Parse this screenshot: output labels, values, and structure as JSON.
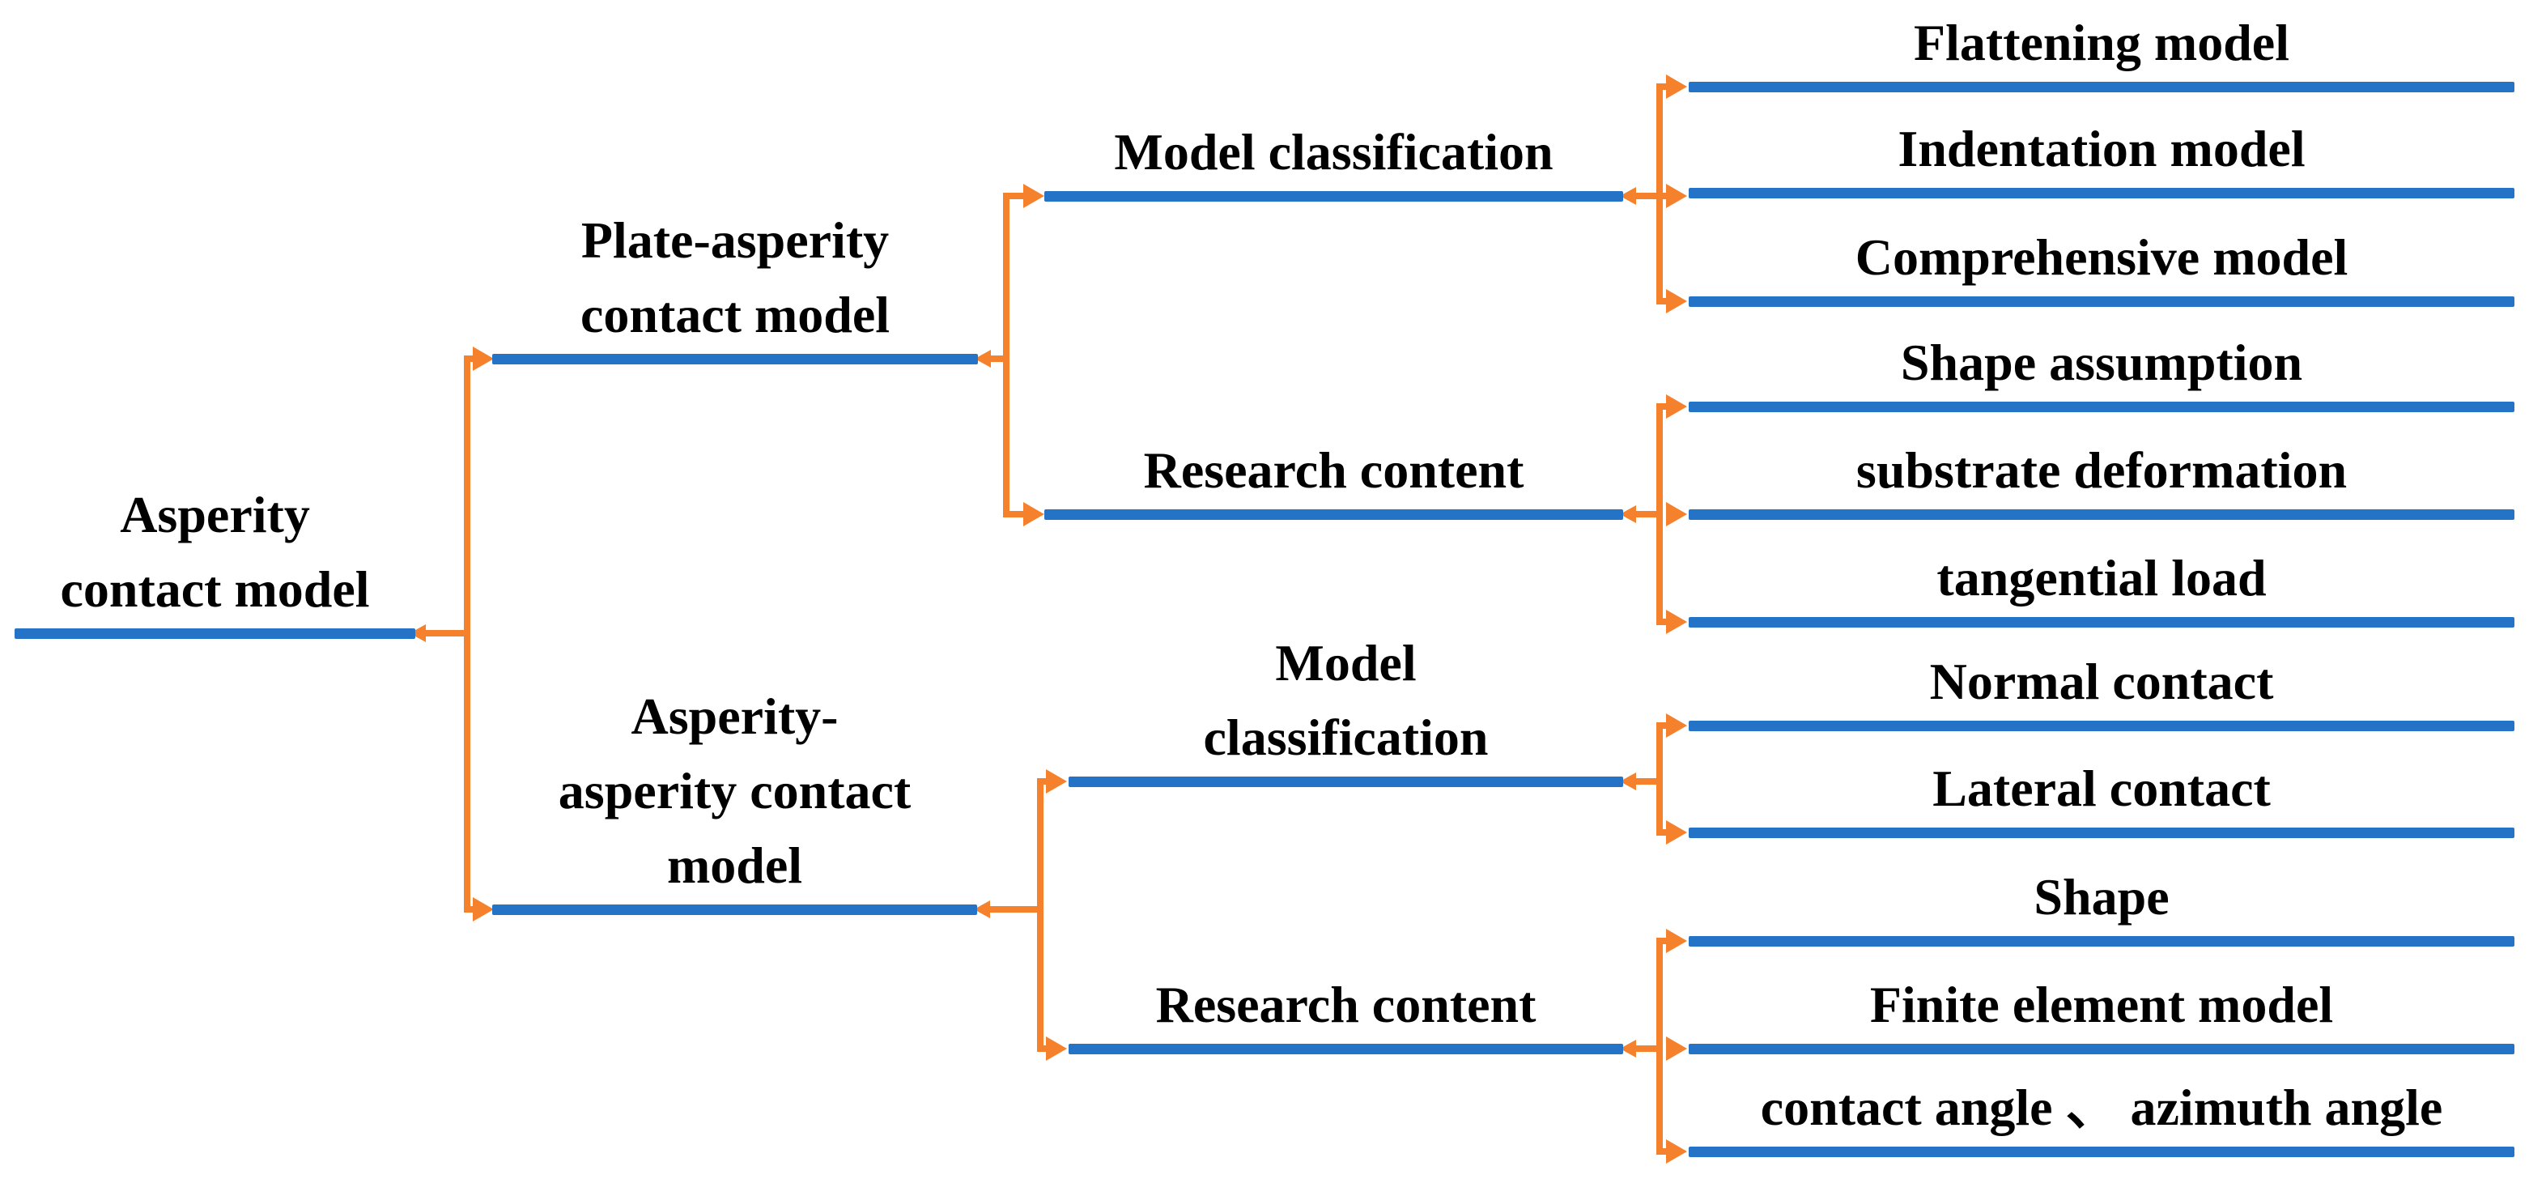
{
  "figure": {
    "line_color": "#2573C7",
    "connector_color": "#F5812C",
    "text_color": "#000000",
    "background": "#ffffff"
  },
  "nodes": {
    "root": "Asperity\ncontact model",
    "plate_asperity": "Plate-asperity\ncontact model",
    "asperity_asperity": "Asperity-\nasperity contact\nmodel",
    "plate_model_classification": "Model classification",
    "plate_research_content": "Research content",
    "aa_model_classification": "Model\nclassification",
    "aa_research_content": "Research content",
    "leaf_flattening": "Flattening model",
    "leaf_indentation": "Indentation model",
    "leaf_comprehensive": "Comprehensive model",
    "leaf_shape_assumption": "Shape assumption",
    "leaf_substrate_deformation": "substrate deformation",
    "leaf_tangential_load": "tangential load",
    "leaf_normal_contact": "Normal contact",
    "leaf_lateral_contact": "Lateral contact",
    "leaf_shape": "Shape",
    "leaf_finite_element": "Finite element model",
    "leaf_contact_azimuth": "contact angle 、 azimuth angle"
  }
}
